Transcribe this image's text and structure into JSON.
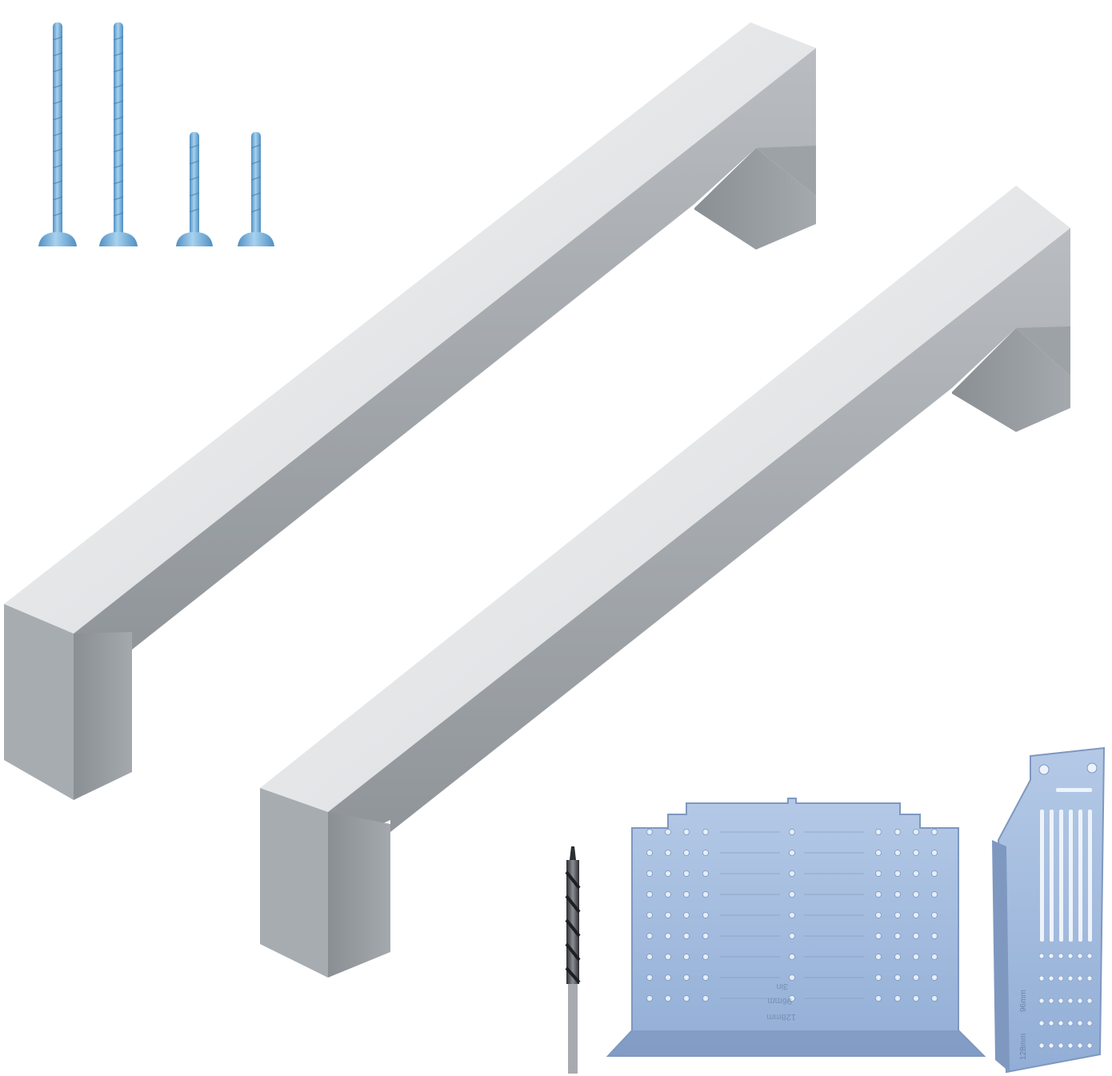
{
  "image": {
    "alt": "Product photo: two brushed stainless steel cabinet pull handles with blue mounting screws, a drill bit, and two blue drilling templates"
  },
  "colors": {
    "background": "#ffffff",
    "steel_light": "#eceef0",
    "steel_mid": "#c4c8cc",
    "steel_dark": "#8d9297",
    "screw_blue": "#7fb6dd",
    "screw_blue_dark": "#4f8fc2",
    "template_blue": "#a9c0e0",
    "template_blue_dark": "#7e98c0",
    "drill_dark": "#3b3d40"
  },
  "objects": {
    "handles": 2,
    "long_screws": 2,
    "short_screws": 2,
    "drill_bits": 1,
    "templates": 2
  },
  "template_labels": {
    "large_top": "128mm",
    "large_mid": "96mm",
    "large_small": "3in",
    "gauge_a": "96mm",
    "gauge_b": "128mm"
  }
}
